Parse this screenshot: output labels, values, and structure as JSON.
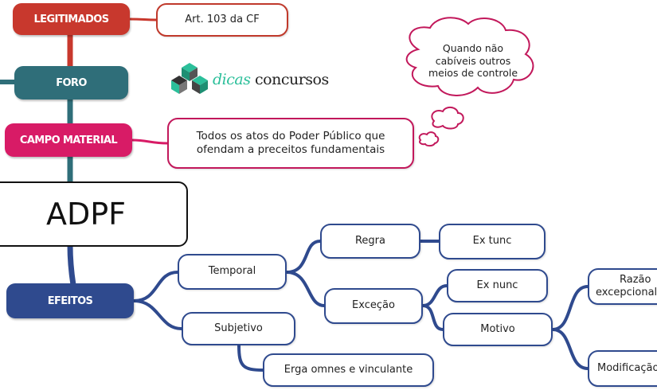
{
  "root": {
    "label": "ADPF"
  },
  "branches": {
    "legitimados": "LEGITIMADOS",
    "foro": "FORO",
    "campo": "CAMPO MATERIAL",
    "efeitos": "EFEITOS"
  },
  "leaves": {
    "art": "Art. 103 da CF",
    "atos_line1": "Todos os atos do Poder Público que",
    "atos_line2": "ofendam a preceitos fundamentais",
    "temporal": "Temporal",
    "subjetivo": "Subjetivo",
    "erga": "Erga omnes e vinculante",
    "regra": "Regra",
    "excecao": "Exceção",
    "extunc": "Ex tunc",
    "exnunc": "Ex nunc",
    "motivo": "Motivo",
    "razao_line1": "Razão",
    "razao_line2": "excepcional",
    "modif": "Modificação"
  },
  "cloud": {
    "line1": "Quando não",
    "line2": "cabíveis outros",
    "line3": "meios de controle"
  },
  "logo": {
    "part1": "dicas",
    "part2": "concursos"
  },
  "colors": {
    "legitimados": "#c8382d",
    "foro": "#2f6e79",
    "campo": "#d81b66",
    "efeitos": "#2f4a8e",
    "logo_green": "#2bbf9a"
  }
}
